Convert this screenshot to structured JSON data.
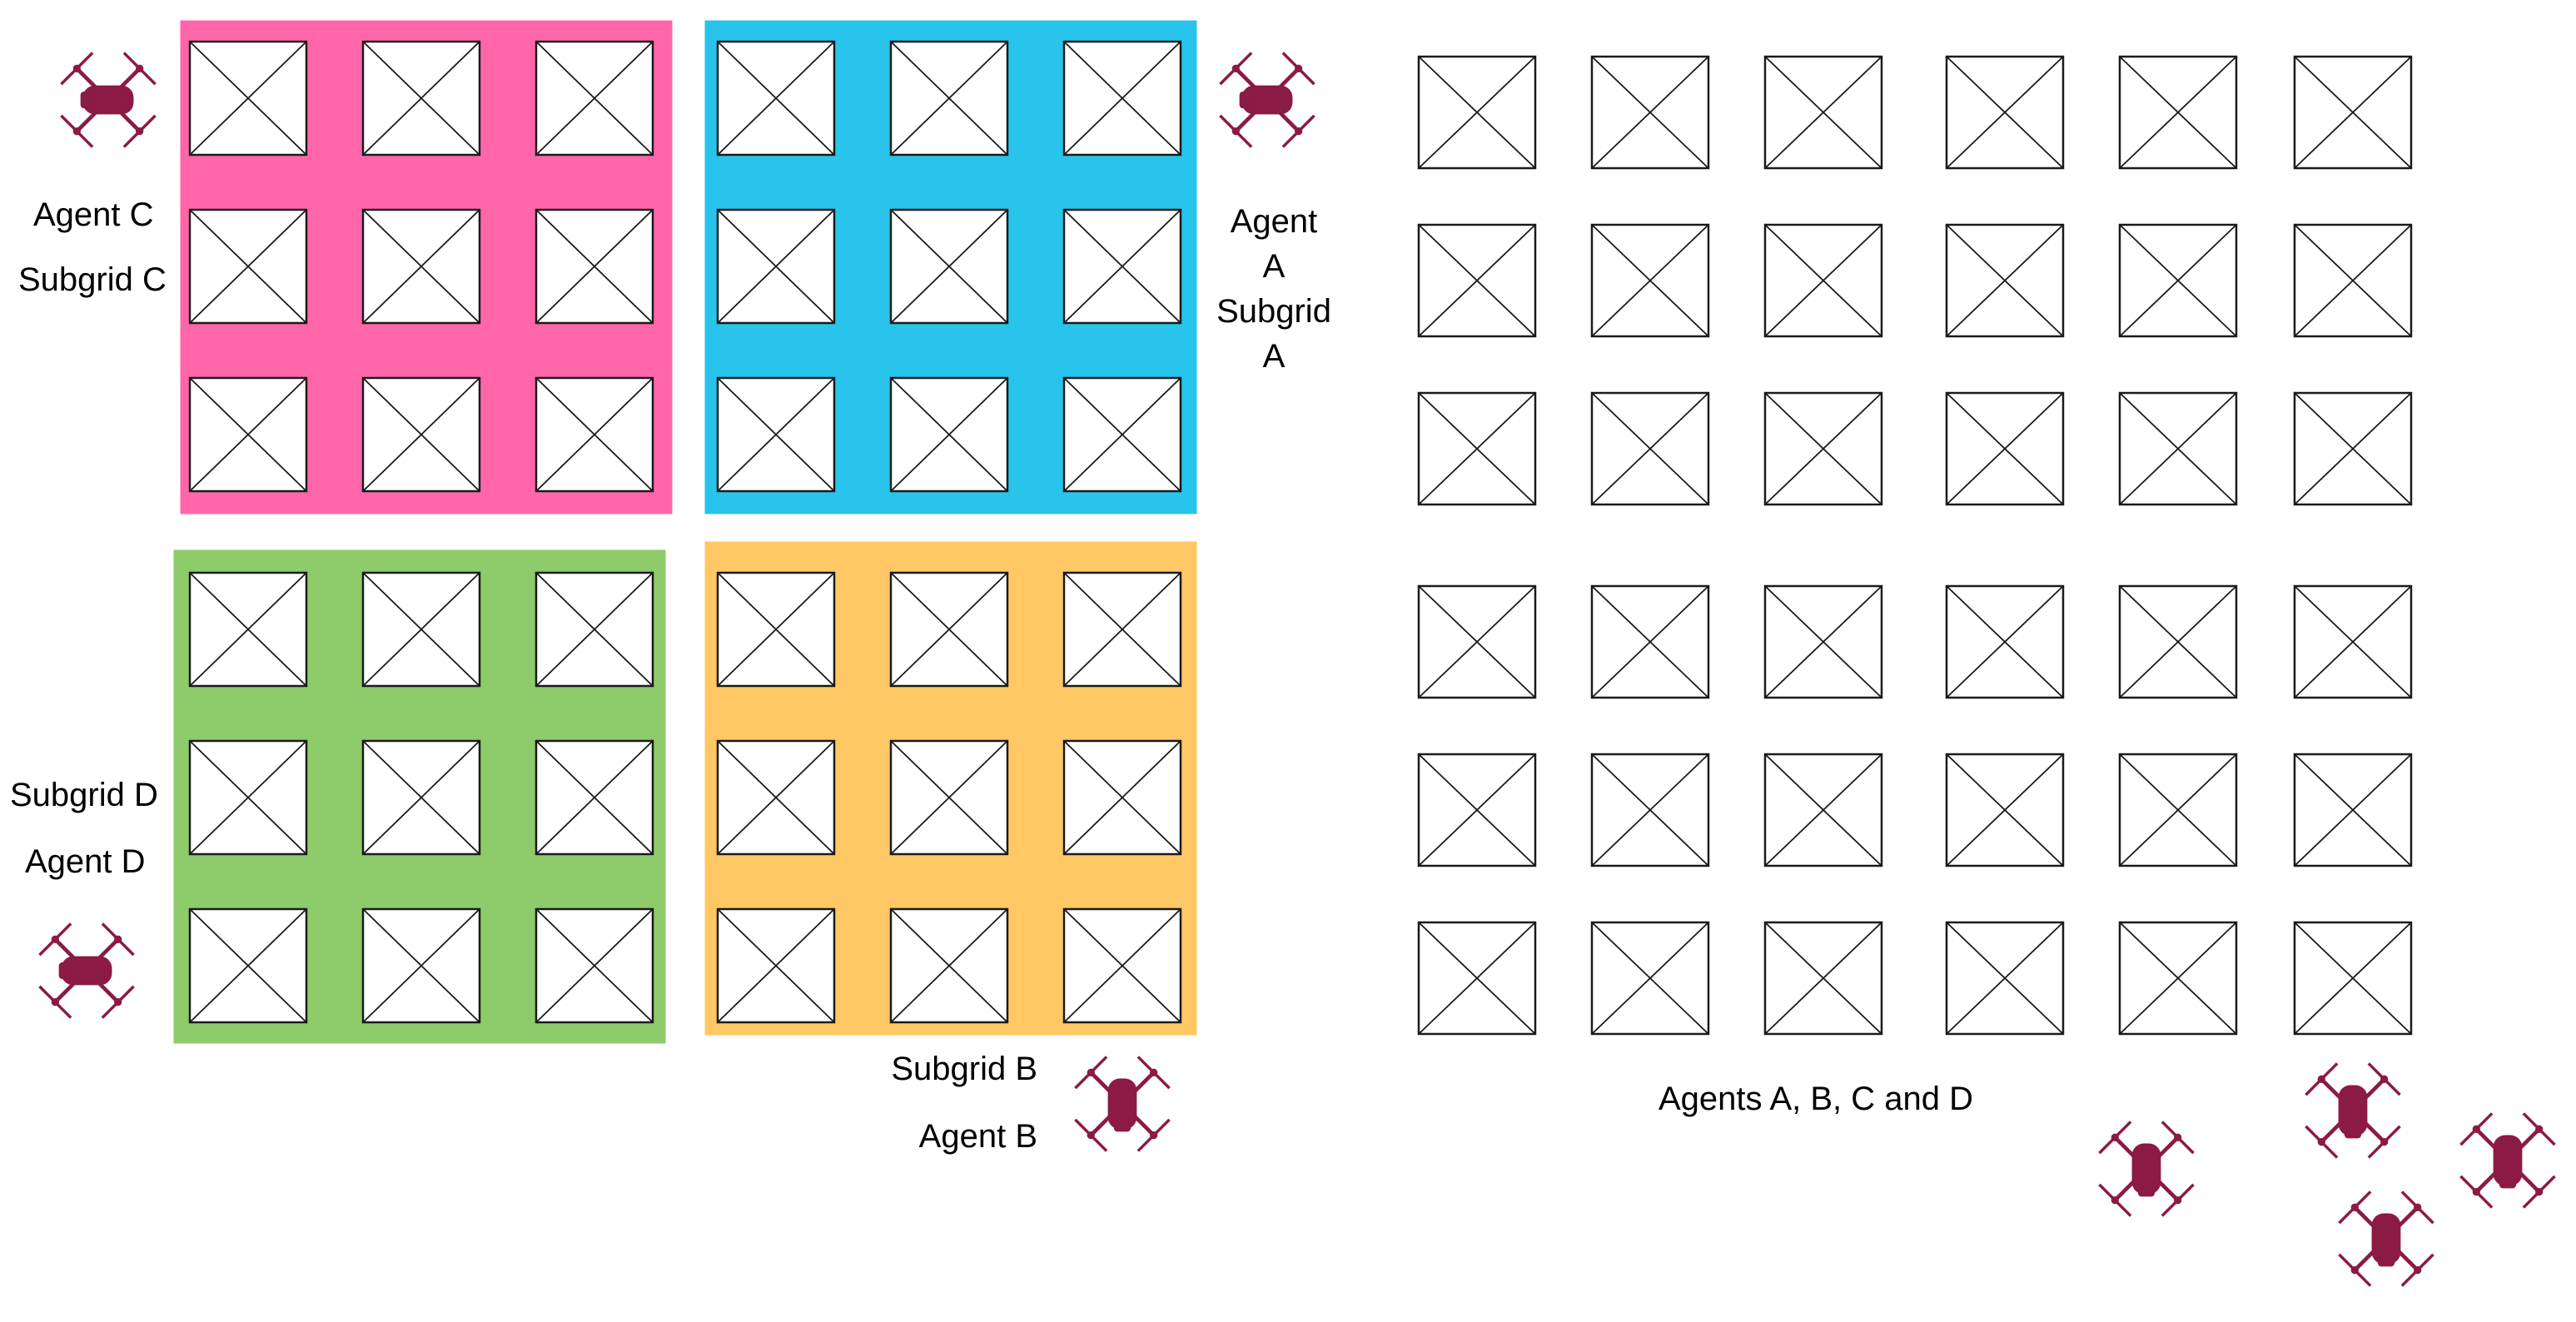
{
  "colors": {
    "subgrid_a": "#29c4ec",
    "subgrid_b": "#ffc864",
    "subgrid_c": "#ff66aa",
    "subgrid_d": "#8ecb6a",
    "drone": "#8b1a45",
    "cell_stroke": "#1a1a1a",
    "cell_fill": "#ffffff"
  },
  "icons": {
    "agent": "drone-icon",
    "cell": "crossed-box-icon"
  },
  "left_panel": {
    "subgrids": [
      {
        "id": "C",
        "rows": 3,
        "cols": 3,
        "color_key": "subgrid_c"
      },
      {
        "id": "A",
        "rows": 3,
        "cols": 3,
        "color_key": "subgrid_a"
      },
      {
        "id": "D",
        "rows": 3,
        "cols": 3,
        "color_key": "subgrid_d"
      },
      {
        "id": "B",
        "rows": 3,
        "cols": 3,
        "color_key": "subgrid_b"
      }
    ],
    "labels": {
      "agent_c": "Agent C",
      "subgrid_c": "Subgrid C",
      "agent_a_1": "Agent",
      "agent_a_2": "A",
      "subgrid_a_1": "Subgrid",
      "subgrid_a_2": "A",
      "subgrid_d": "Subgrid D",
      "agent_d": "Agent D",
      "subgrid_b": "Subgrid B",
      "agent_b": "Agent B"
    }
  },
  "right_panel": {
    "rows": 6,
    "cols": 6,
    "label": "Agents A, B, C and D"
  }
}
